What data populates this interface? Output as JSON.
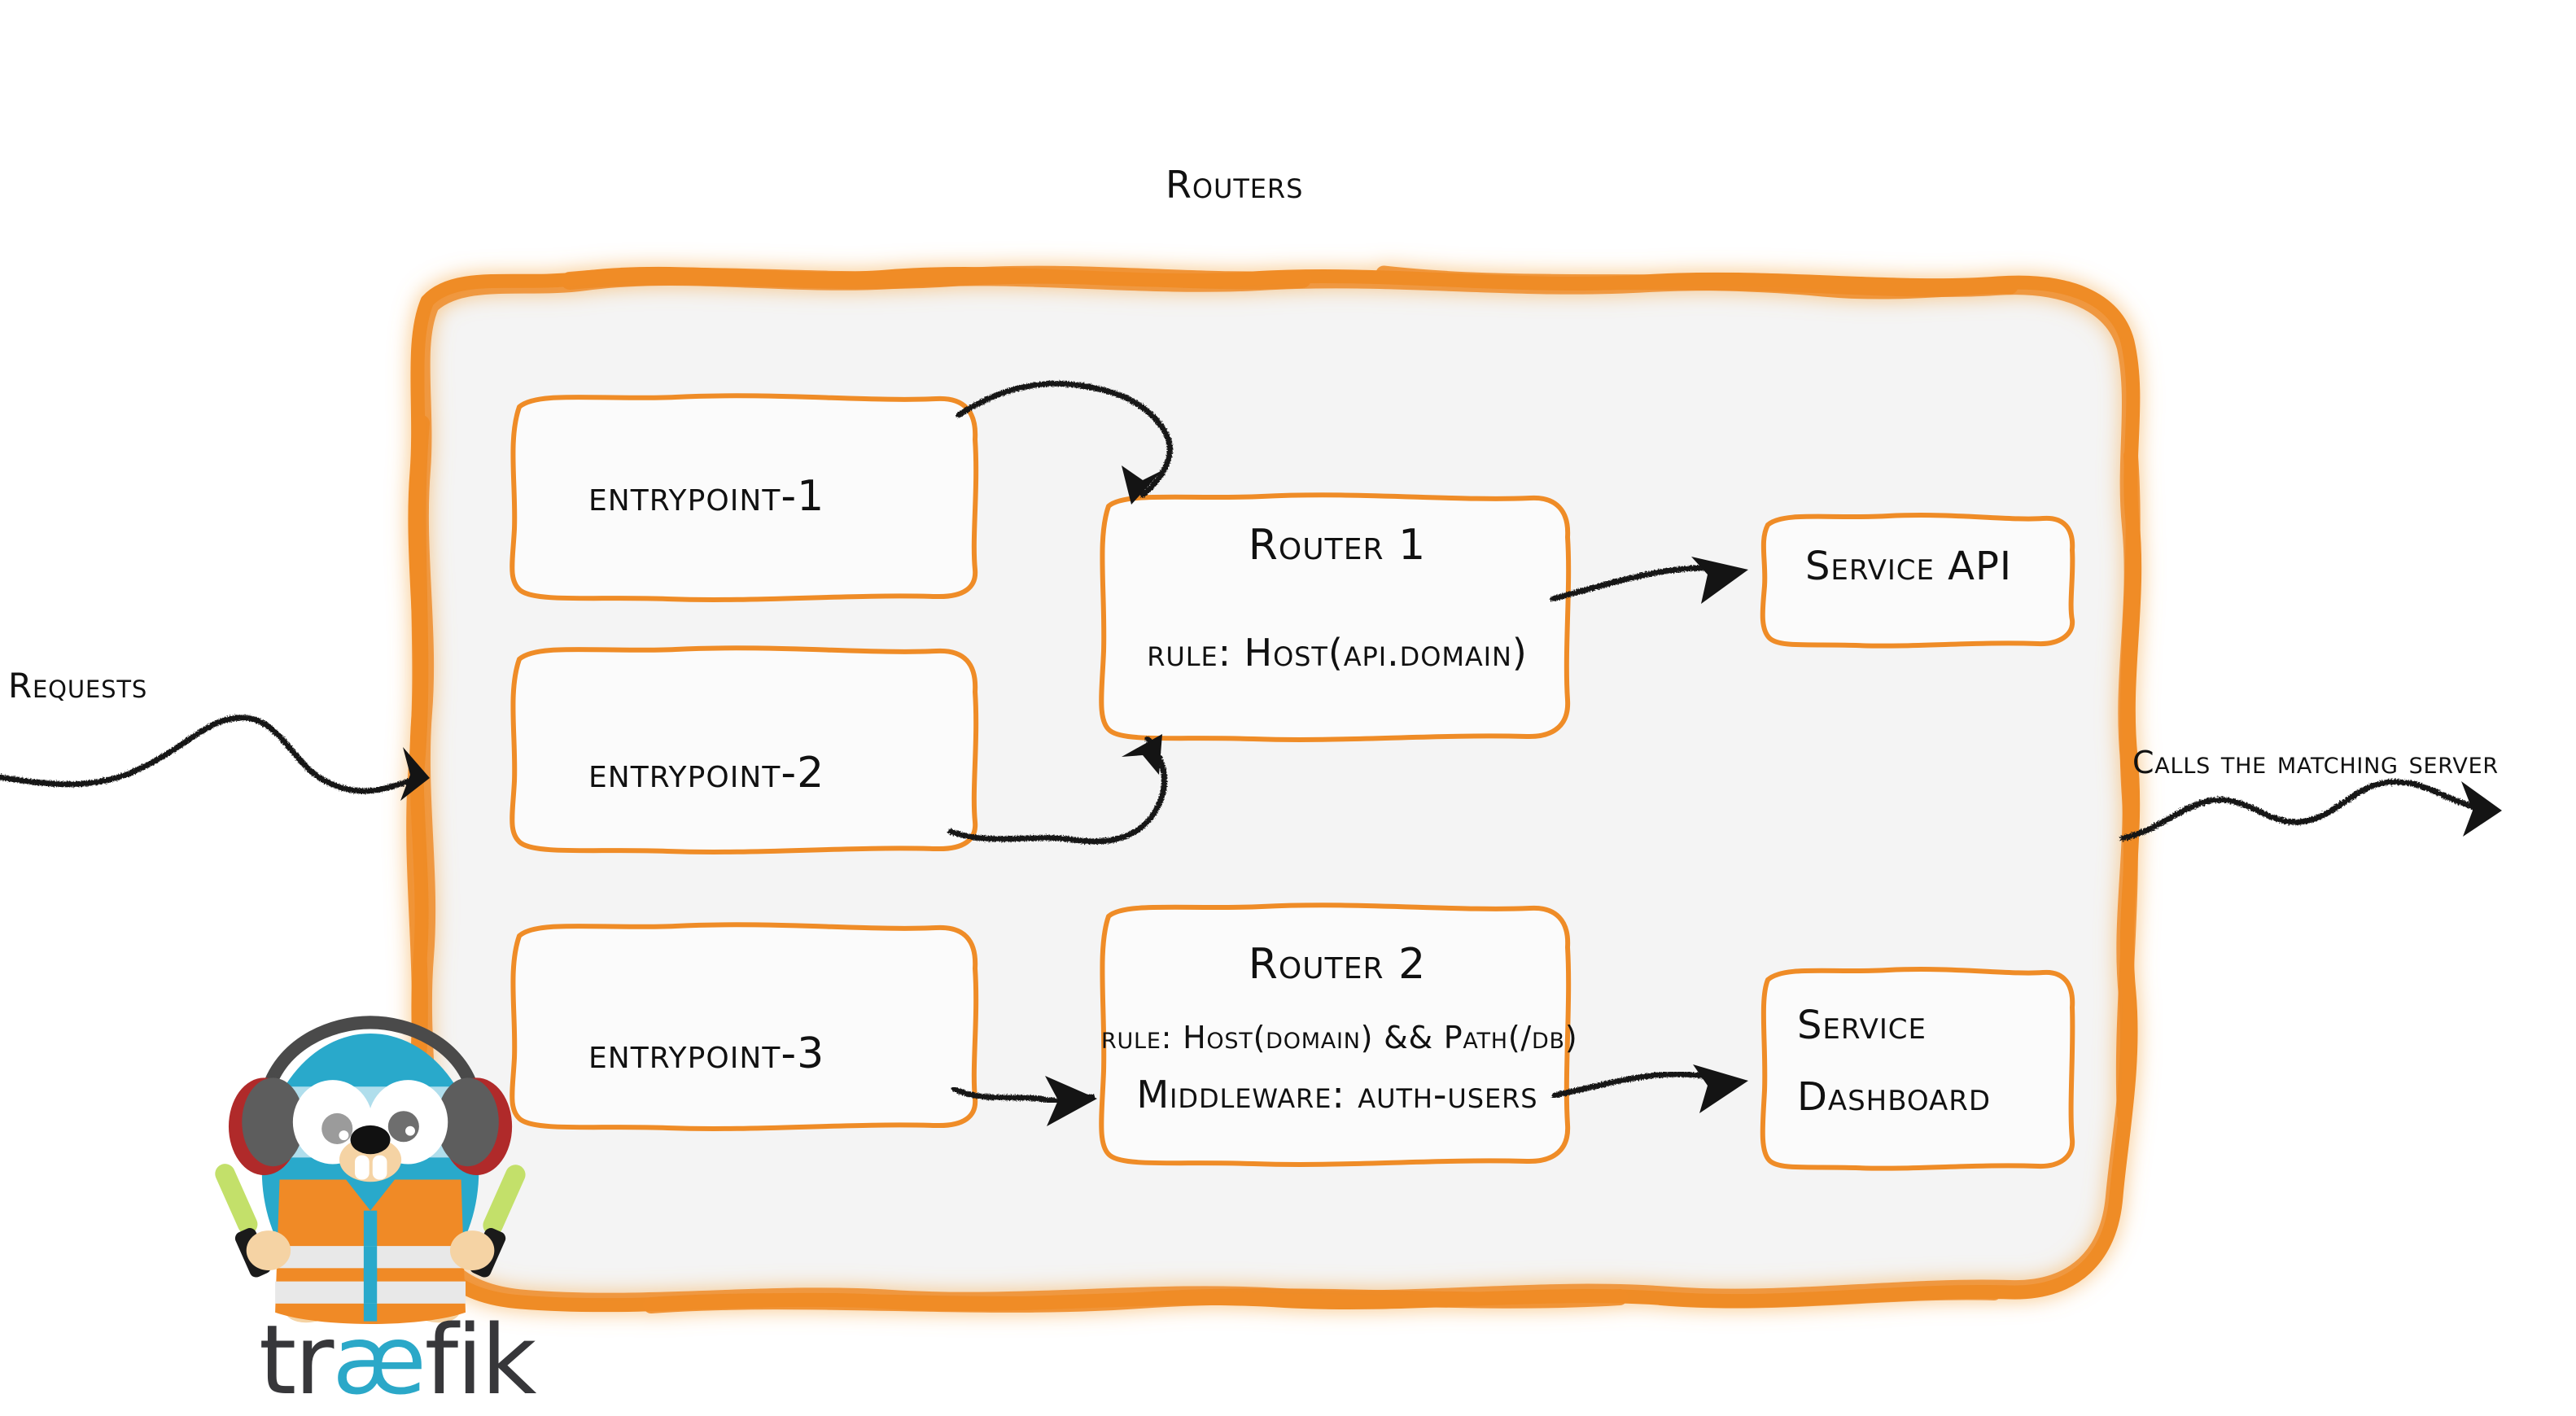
{
  "diagram": {
    "title": "Routers",
    "kind": "traefik-routing-architecture"
  },
  "colors": {
    "brand_orange": "#ef8c27",
    "panel_fill": "#f4f4f4",
    "box_fill": "#fbfbfb",
    "ink": "#111111",
    "gopher_cyan": "#29a9cb",
    "gopher_vest": "#f08a26",
    "gopher_stripe": "#e8e8e8",
    "wordmark_dark": "#37373a",
    "wordmark_accent": "#2ba8c8"
  },
  "entrypoints": [
    {
      "id": "entrypoint-1",
      "label": "entrypoint-1"
    },
    {
      "id": "entrypoint-2",
      "label": "entrypoint-2"
    },
    {
      "id": "entrypoint-3",
      "label": "entrypoint-3"
    }
  ],
  "routers": [
    {
      "id": "router-1",
      "title": "Router 1",
      "rule": "rule: Host(api.domain)"
    },
    {
      "id": "router-2",
      "title": "Router 2",
      "rule": "rule: Host(domain) && Path(/db)",
      "middleware": "Middleware: auth-users"
    }
  ],
  "services": [
    {
      "id": "service-api",
      "label": "Service API"
    },
    {
      "id": "service-dashboard",
      "line1": "Service",
      "line2": "Dashboard"
    }
  ],
  "annotations": {
    "incoming": "Requests",
    "outgoing": "Calls the matching server"
  },
  "logo": {
    "wordmark_prefix": "tr",
    "wordmark_ligature": "æ",
    "wordmark_suffix": "fik",
    "mascot": "traefik-gopher"
  }
}
